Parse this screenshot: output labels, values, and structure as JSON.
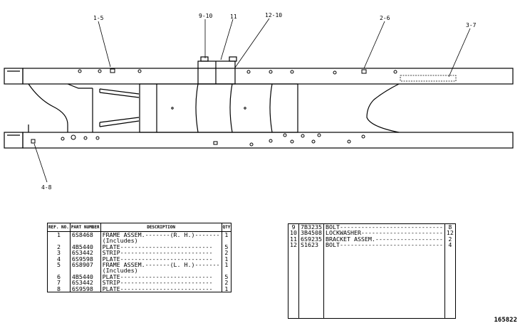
{
  "figure_id": "165822",
  "callouts": {
    "c1": "1-5",
    "c9": "9-10",
    "c11": "11",
    "c12": "12-10",
    "c2": "2-6",
    "c3": "3-7",
    "c4": "4-8"
  },
  "left_table": {
    "headers": {
      "ref": "REF. NO.",
      "part": "PART NUMBER",
      "desc": "DESCRIPTION",
      "qty": "QTY"
    },
    "rows": [
      {
        "ref": "1",
        "part": "6S8468",
        "desc": "FRAME ASSEM.-------(R. H.)-------",
        "qty": "1"
      },
      {
        "ref": "",
        "part": "",
        "desc": "   (Includes)",
        "qty": ""
      },
      {
        "ref": "2",
        "part": "4B5440",
        "desc": "   PLATE--------------------------",
        "qty": "5"
      },
      {
        "ref": "3",
        "part": "6S3442",
        "desc": "   STRIP--------------------------",
        "qty": "2"
      },
      {
        "ref": "4",
        "part": "6S9598",
        "desc": "   PLATE--------------------------",
        "qty": "1"
      },
      {
        "ref": "5",
        "part": "6S8907",
        "desc": "FRAME ASSEM.-------(L. H.)-------",
        "qty": "1"
      },
      {
        "ref": "",
        "part": "",
        "desc": "   (Includes)",
        "qty": ""
      },
      {
        "ref": "6",
        "part": "4B5440",
        "desc": "   PLATE--------------------------",
        "qty": "5"
      },
      {
        "ref": "7",
        "part": "6S3442",
        "desc": "   STRIP--------------------------",
        "qty": "2"
      },
      {
        "ref": "8",
        "part": "6S9598",
        "desc": "   PLATE--------------------------",
        "qty": "1"
      }
    ]
  },
  "right_table": {
    "rows": [
      {
        "ref": "9",
        "part": "7B3235",
        "desc": "BOLT-----------------------------",
        "qty": "8"
      },
      {
        "ref": "10",
        "part": "3B4508",
        "desc": "LOCKWASHER-----------------------",
        "qty": "12"
      },
      {
        "ref": "11",
        "part": "6S9235",
        "desc": "BRACKET ASSEM.-------------------",
        "qty": "2"
      },
      {
        "ref": "12",
        "part": "S1623",
        "desc": "BOLT-----------------------------",
        "qty": "4"
      }
    ]
  }
}
